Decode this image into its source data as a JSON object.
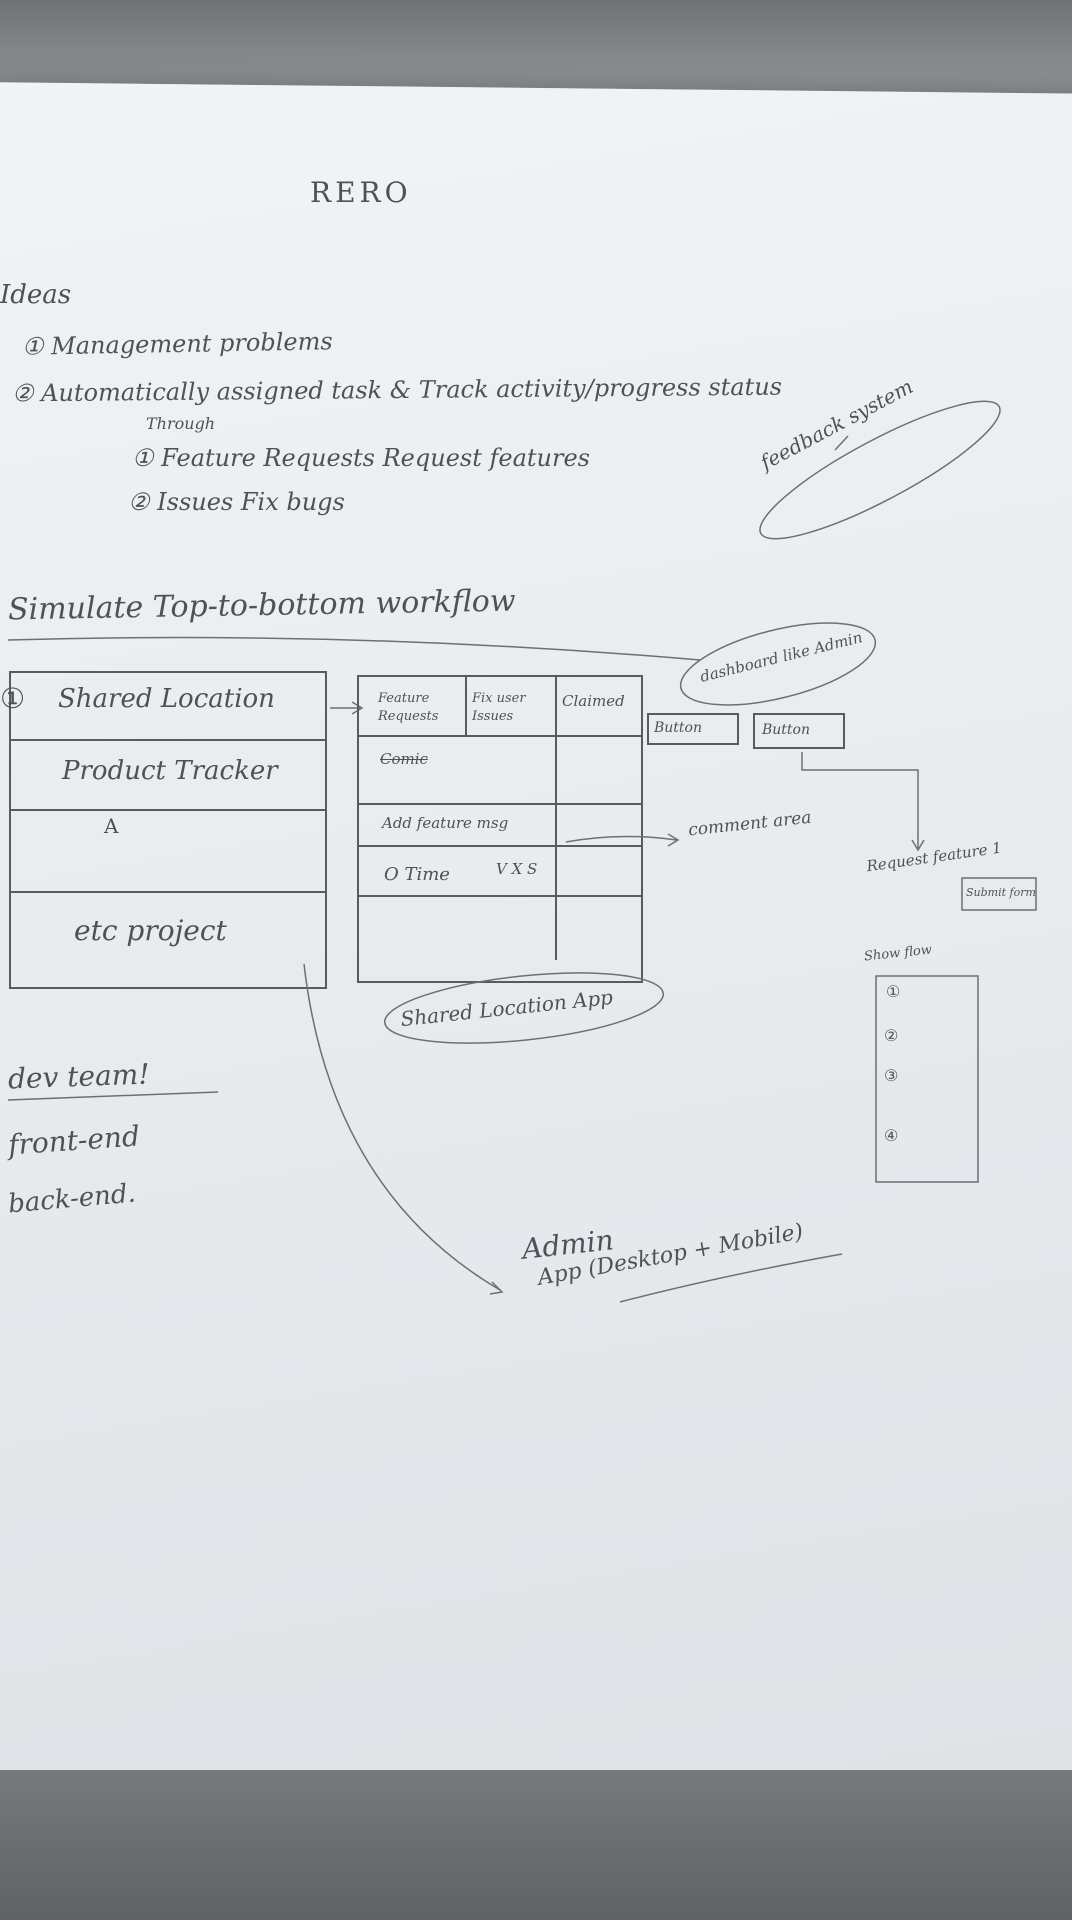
{
  "title": "RERO",
  "ideas": {
    "heading": "Ideas",
    "items": [
      "① Management problems",
      "② Automatically assigned task & Track activity/progress status"
    ],
    "sub_label": "Through",
    "sub_items": [
      "① Feature Requests Request features",
      "② Issues Fix bugs"
    ],
    "note_bubble": "feedback system"
  },
  "workflow": {
    "heading": "Simulate Top-to-bottom workflow",
    "step_number": "①",
    "left_list": [
      "Shared Location",
      "Product Tracker",
      "A",
      "etc project"
    ],
    "table_headers": [
      "Feature Requests",
      "Fix user Issues",
      "Claimed"
    ],
    "table_rows": [
      "Comic",
      "Add feature msg",
      "O Time",
      "V X S"
    ],
    "app_bubble": "Shared Location App",
    "dashboard_bubble": "dashboard like Admin",
    "buttons": [
      "Button",
      "Button"
    ],
    "comment_label": "comment area",
    "request_label": "Request feature 1",
    "request_box": "Submit form",
    "flow_label": "Show flow",
    "flow_items": [
      "①",
      "②",
      "③",
      "④"
    ]
  },
  "team": {
    "heading": "dev team!",
    "items": [
      "front-end",
      "back-end."
    ]
  },
  "admin": {
    "title": "Admin",
    "subtitle": "App (Desktop + Mobile)"
  }
}
